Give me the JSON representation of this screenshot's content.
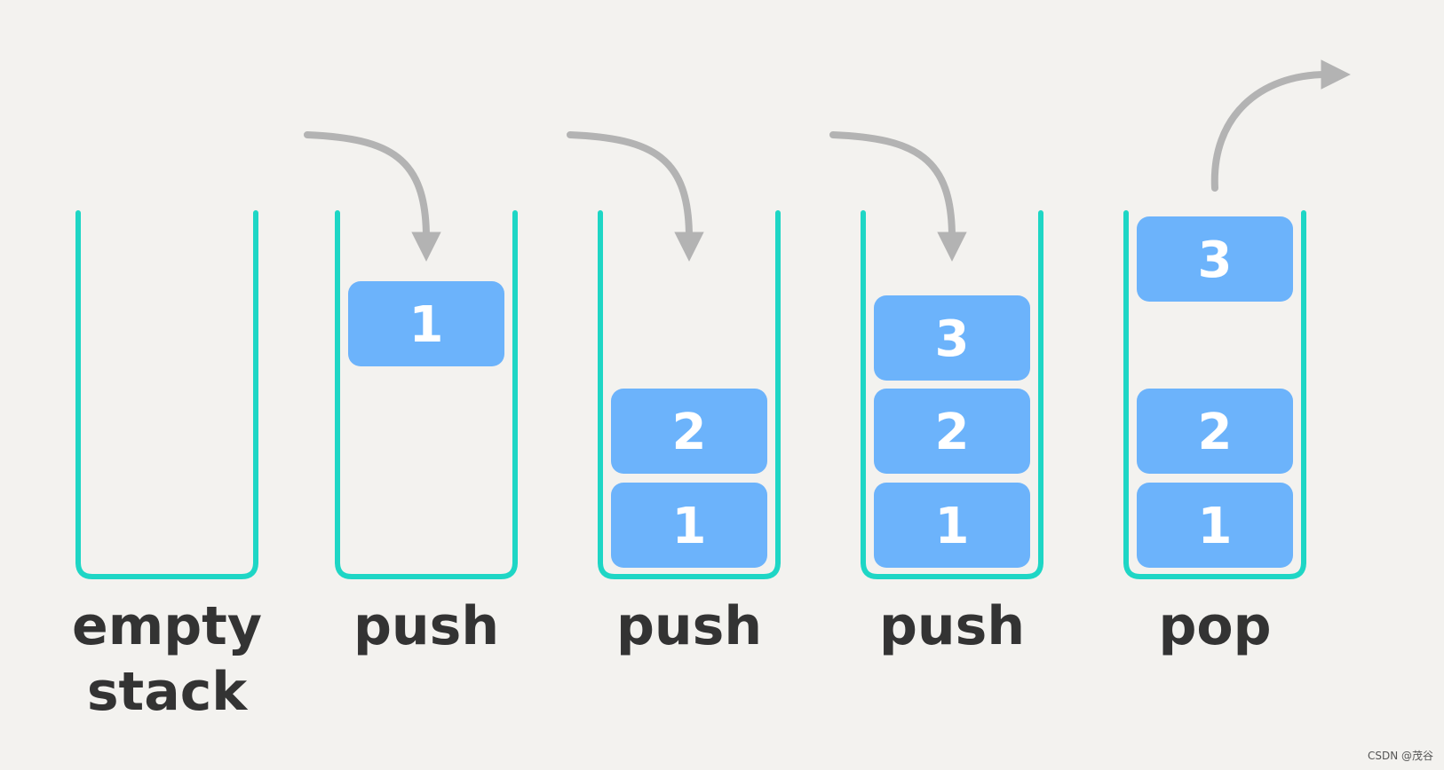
{
  "colors": {
    "container": "#1ed6c5",
    "block": "#6cb3fb",
    "arrow": "#b3b3b3",
    "label": "#333333"
  },
  "steps": [
    {
      "label_lines": [
        "empty",
        "stack"
      ],
      "blocks": [],
      "arrow": "none"
    },
    {
      "label_lines": [
        "push"
      ],
      "blocks": [
        "1"
      ],
      "arrow": "in"
    },
    {
      "label_lines": [
        "push"
      ],
      "blocks": [
        "1",
        "2"
      ],
      "arrow": "in"
    },
    {
      "label_lines": [
        "push"
      ],
      "blocks": [
        "1",
        "2",
        "3"
      ],
      "arrow": "in"
    },
    {
      "label_lines": [
        "pop"
      ],
      "blocks": [
        "1",
        "2",
        "3"
      ],
      "arrow": "out"
    }
  ],
  "watermark": "CSDN @茂谷"
}
